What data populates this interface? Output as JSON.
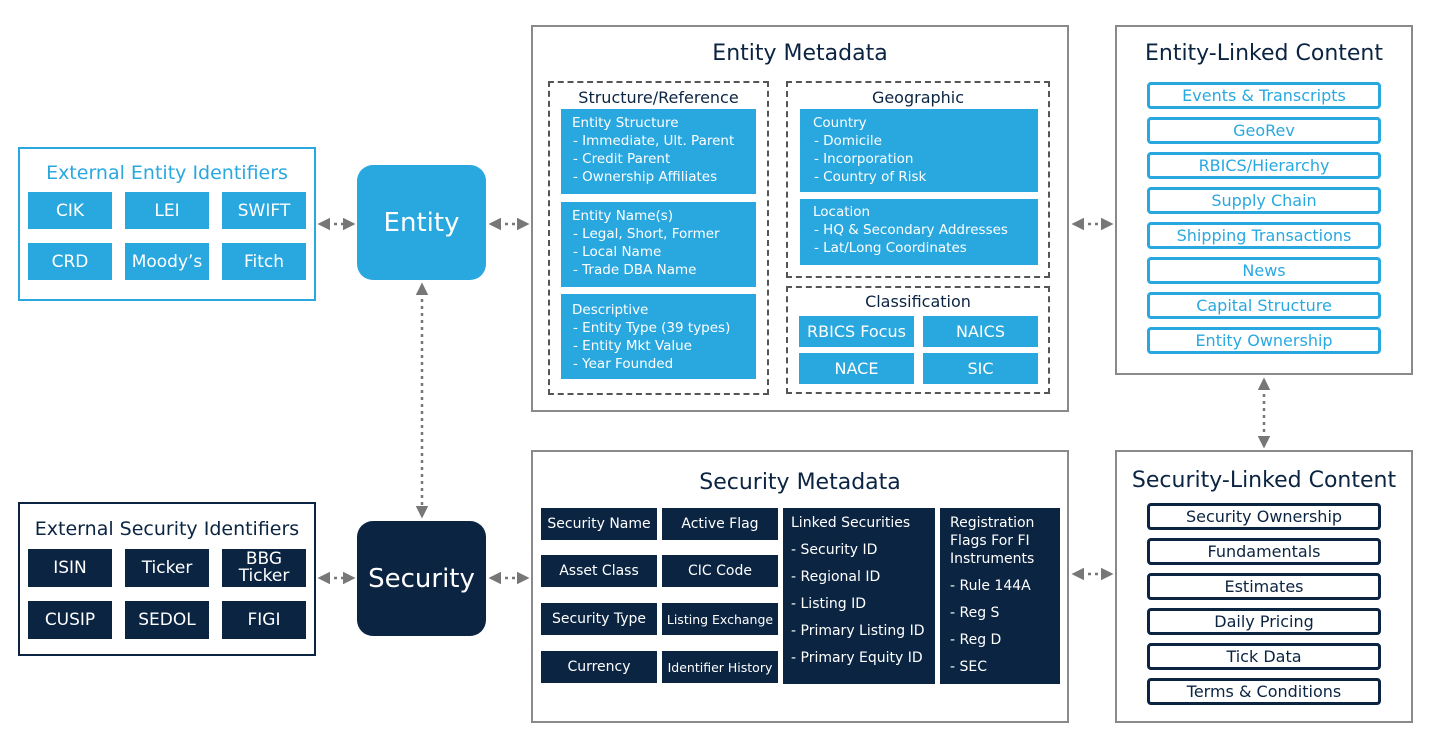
{
  "external_entity": {
    "title": "External Entity Identifiers",
    "ids": [
      "CIK",
      "LEI",
      "SWIFT",
      "CRD",
      "Moody’s",
      "Fitch"
    ]
  },
  "external_security": {
    "title": "External Security Identifiers",
    "ids": [
      "ISIN",
      "Ticker",
      "BBG Ticker",
      "CUSIP",
      "SEDOL",
      "FIGI"
    ]
  },
  "nodes": {
    "entity": "Entity",
    "security": "Security"
  },
  "entity_metadata": {
    "title": "Entity Metadata",
    "structure": {
      "title": "Structure/Reference",
      "blocks": [
        {
          "heading": "Entity Structure",
          "lines": [
            "- Immediate, Ult. Parent",
            "- Credit Parent",
            "- Ownership Affiliates"
          ]
        },
        {
          "heading": "Entity Name(s)",
          "lines": [
            "- Legal, Short, Former",
            "- Local Name",
            "- Trade DBA Name"
          ]
        },
        {
          "heading": "Descriptive",
          "lines": [
            "- Entity Type (39 types)",
            "- Entity Mkt Value",
            "- Year Founded"
          ]
        }
      ]
    },
    "geographic": {
      "title": "Geographic",
      "blocks": [
        {
          "heading": "Country",
          "lines": [
            "- Domicile",
            "- Incorporation",
            "- Country of Risk"
          ]
        },
        {
          "heading": "Location",
          "lines": [
            "- HQ & Secondary Addresses",
            "- Lat/Long Coordinates"
          ]
        }
      ]
    },
    "classification": {
      "title": "Classification",
      "items": [
        "RBICS Focus",
        "NAICS",
        "NACE",
        "SIC"
      ]
    }
  },
  "security_metadata": {
    "title": "Security Metadata",
    "cells": [
      "Security Name",
      "Active Flag",
      "Asset Class",
      "CIC Code",
      "Security Type",
      "Listing Exchange",
      "Currency",
      "Identifier History"
    ],
    "linked": {
      "heading": "Linked Securities",
      "lines": [
        "- Security ID",
        "- Regional ID",
        "- Listing ID",
        "- Primary Listing ID",
        "- Primary Equity ID"
      ]
    },
    "registration": {
      "heading": "Registration Flags For FI Instruments",
      "lines": [
        "- Rule 144A",
        "- Reg S",
        "- Reg D",
        "- SEC"
      ]
    }
  },
  "entity_linked": {
    "title": "Entity-Linked Content",
    "items": [
      "Events & Transcripts",
      "GeoRev",
      "RBICS/Hierarchy",
      "Supply Chain",
      "Shipping Transactions",
      "News",
      "Capital Structure",
      "Entity Ownership"
    ]
  },
  "security_linked": {
    "title": "Security-Linked Content",
    "items": [
      "Security Ownership",
      "Fundamentals",
      "Estimates",
      "Daily Pricing",
      "Tick Data",
      "Terms & Conditions"
    ]
  },
  "colors": {
    "light_blue": "#29a8e0",
    "navy": "#0b2442",
    "border_gray": "#8a8a8a"
  }
}
